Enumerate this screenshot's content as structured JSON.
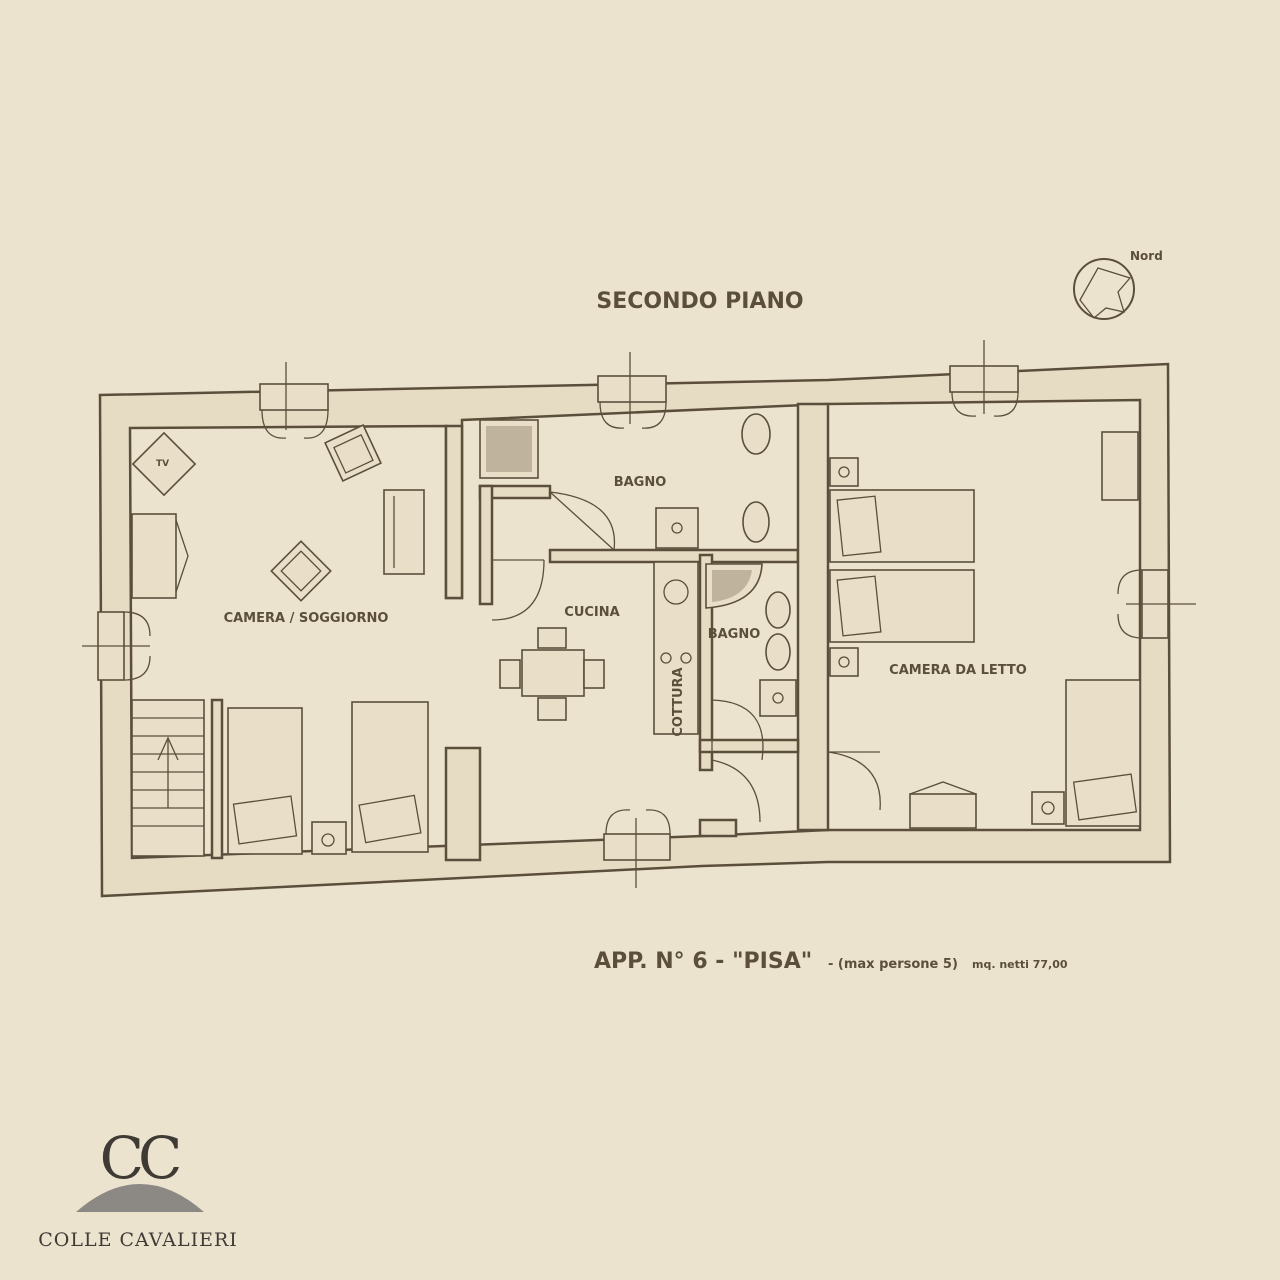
{
  "plan": {
    "floor_title": "SECONDO PIANO",
    "north_label": "Nord",
    "apartment_title": "APP. N° 6 - \"PISA\"",
    "apartment_capacity": "- (max persone 5)",
    "apartment_area": "mq. netti 77,00"
  },
  "rooms": {
    "camera_soggiorno": "CAMERA / SOGGIORNO",
    "bagno_1": "BAGNO",
    "cucina": "CUCINA",
    "cottura": "COTTURA",
    "bagno_2": "BAGNO",
    "camera_da_letto": "CAMERA DA LETTO"
  },
  "furniture": {
    "tv_label": "TV"
  },
  "brand": {
    "monogram": "CC",
    "name": "COLLE CAVALIERI",
    "arc_color": "#8c8883"
  }
}
